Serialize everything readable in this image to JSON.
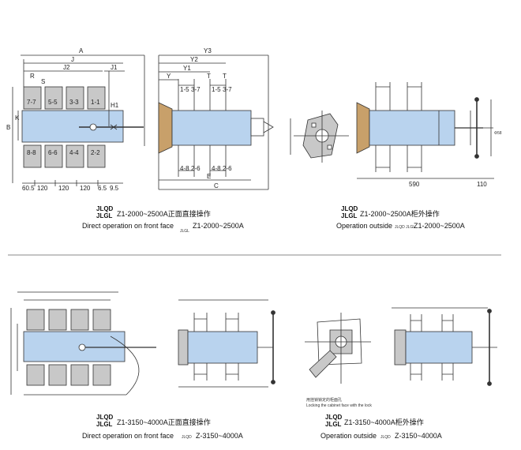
{
  "colors": {
    "body_fill": "#b9d3ee",
    "terminal_fill": "#c8c8c8",
    "line": "#333333",
    "separator": "#888888"
  },
  "top_left": {
    "dims": {
      "a": "A",
      "j": "J",
      "j2": "J2",
      "j1": "J1",
      "r": "R",
      "s": "S",
      "h1": "H1",
      "k": "K",
      "b": "B",
      "w1": "60.5",
      "w2": "120",
      "w3": "120",
      "w4": "120",
      "w5": "6.5",
      "w6": "9.5"
    },
    "phase_labels_top": [
      "7-7",
      "5-5",
      "3-3",
      "1-1"
    ],
    "phase_labels_bottom": [
      "8-8",
      "6-6",
      "4-4",
      "2-2"
    ],
    "model_line1": "JLQD",
    "model_line2": "JLGL",
    "caption_cn": "Z1-2000~2500A正面直接操作",
    "caption_en_pre": "Direct operation on front face",
    "caption_en_model": "JLGL",
    "caption_en_post": "Z1-2000~2500A"
  },
  "top_mid": {
    "dims": {
      "y3": "Y3",
      "y2": "Y2",
      "y1": "Y1",
      "y": "Y",
      "t": "T",
      "t2": "T",
      "e": "E",
      "c": "C"
    },
    "pole_labels_top": [
      "1-5",
      "3-7",
      "1-5",
      "3-7"
    ],
    "pole_labels_bottom": [
      "4-8",
      "2-6",
      "4-8",
      "2-6"
    ]
  },
  "top_right": {
    "dims": {
      "d1": "590",
      "d2": "110",
      "d3": "Φ58"
    },
    "model_line1": "JLQD",
    "model_line2": "JLGL",
    "caption_cn": "Z1-2000~2500A柜外操作",
    "caption_en_pre": "Operation outside",
    "caption_en_model": "JLQD JLGL",
    "caption_en_post": "Z1-2000~2500A"
  },
  "bottom_left": {
    "model_line1": "JLQD",
    "model_line2": "JLGL",
    "caption_cn": "Z1-3150~4000A正面直接操作",
    "caption_en_pre": "Direct operation on front face",
    "caption_en_model": "JLQD",
    "caption_en_post": "Z-3150~4000A"
  },
  "bottom_right": {
    "lock_note_cn": "用挂锁锁定的柜面孔",
    "lock_note_en": "Locking the cabinet face with the lock",
    "model_line1": "JLQD",
    "model_line2": "JLGL",
    "caption_cn": "Z1-3150~4000A柜外操作",
    "caption_en_pre": "Operation outside",
    "caption_en_model": "JLQD",
    "caption_en_post": "Z-3150~4000A"
  }
}
